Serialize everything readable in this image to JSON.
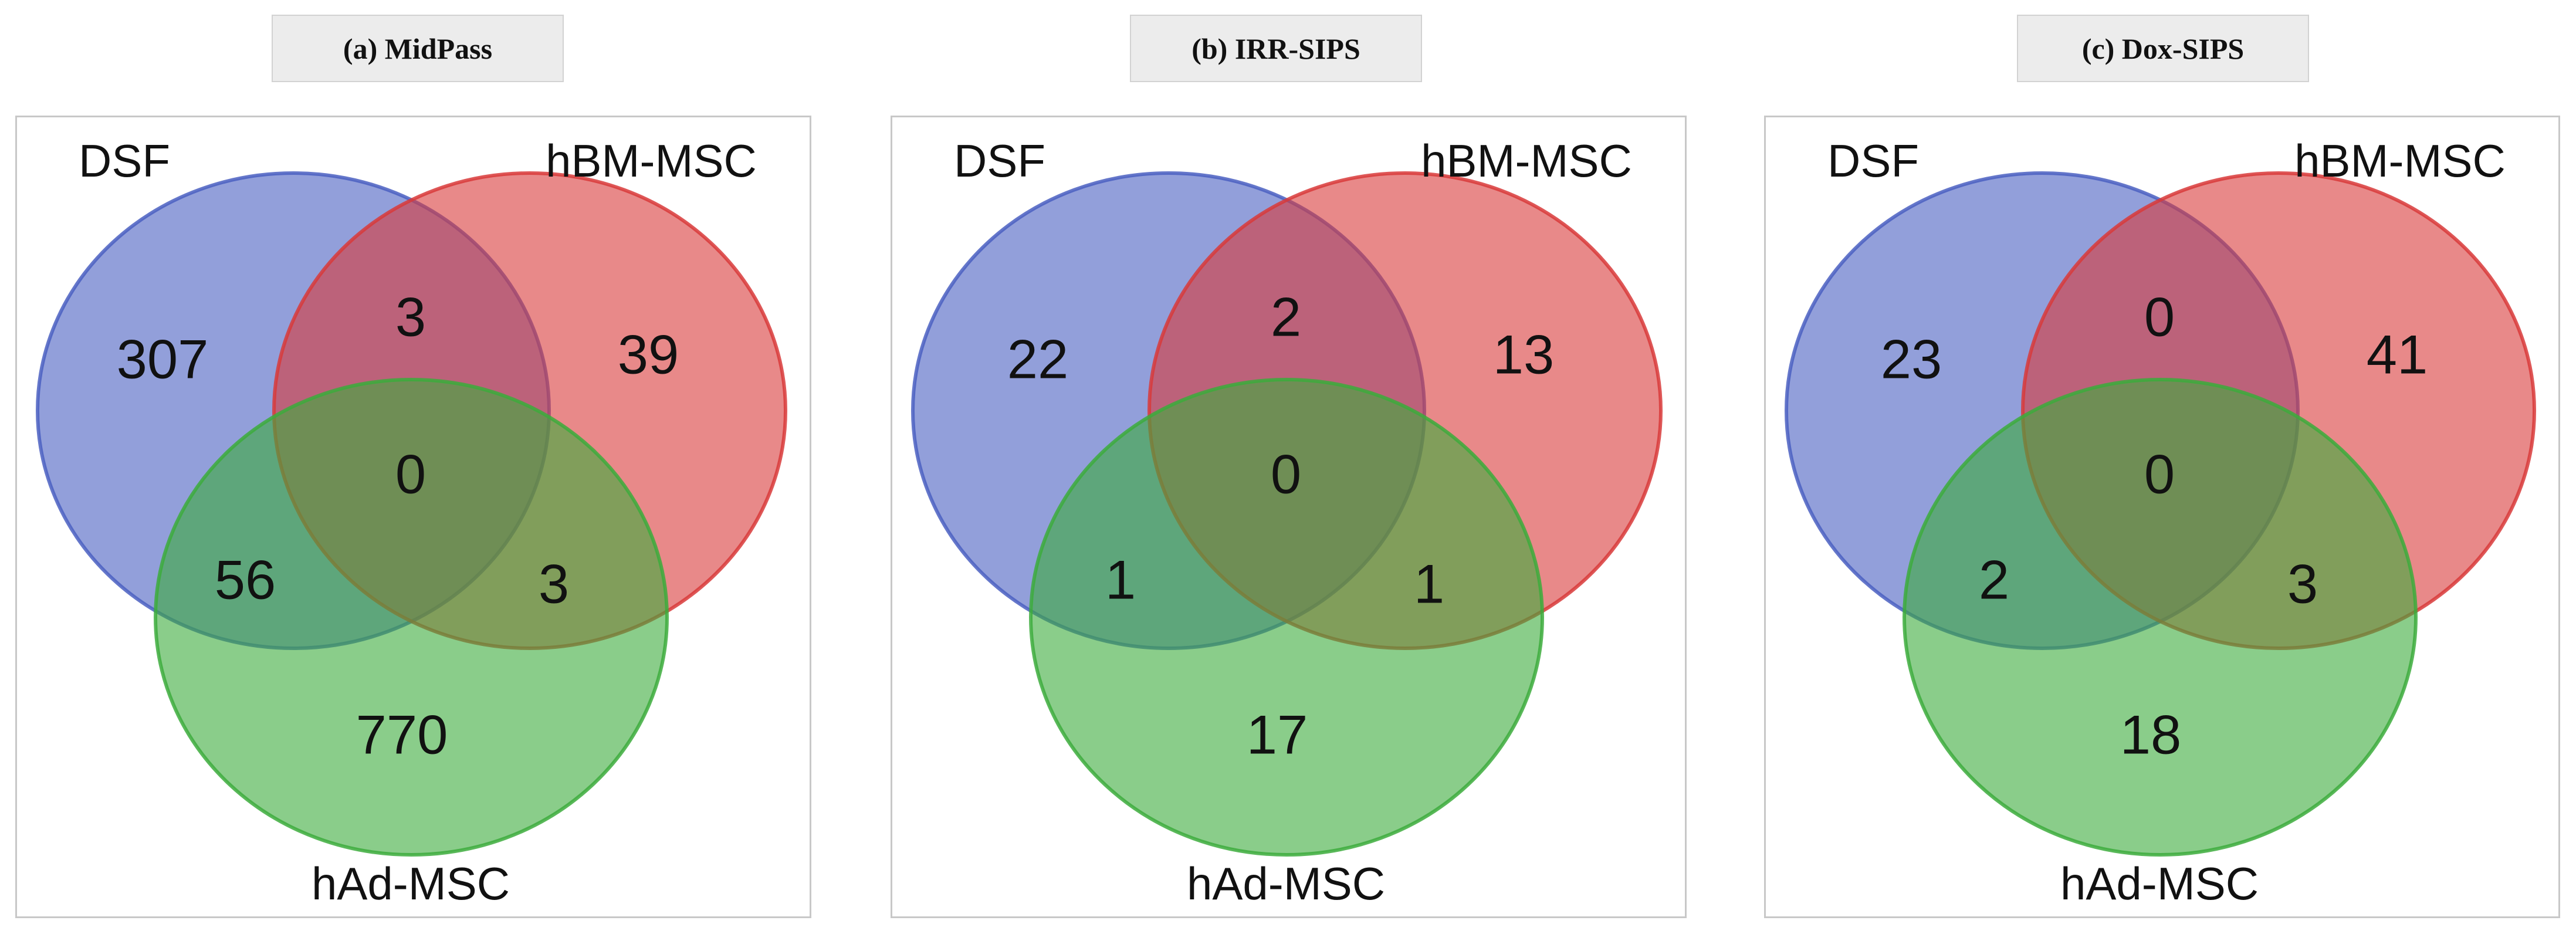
{
  "chart_data": [
    {
      "type": "venn",
      "title": "(a) MidPass",
      "sets": [
        "DSF",
        "hBM-MSC",
        "hAd-MSC"
      ],
      "colors": [
        "#4a5fc1",
        "#d83a3a",
        "#3cab3c"
      ],
      "regions": {
        "DSF_only": 307,
        "hBM-MSC_only": 39,
        "hAd-MSC_only": 770,
        "DSF_hBM-MSC": 3,
        "DSF_hAd-MSC": 56,
        "hBM-MSC_hAd-MSC": 3,
        "all_three": 0
      }
    },
    {
      "type": "venn",
      "title": "(b) IRR-SIPS",
      "sets": [
        "DSF",
        "hBM-MSC",
        "hAd-MSC"
      ],
      "colors": [
        "#4a5fc1",
        "#d83a3a",
        "#3cab3c"
      ],
      "regions": {
        "DSF_only": 22,
        "hBM-MSC_only": 13,
        "hAd-MSC_only": 17,
        "DSF_hBM-MSC": 2,
        "DSF_hAd-MSC": 1,
        "hBM-MSC_hAd-MSC": 1,
        "all_three": 0
      }
    },
    {
      "type": "venn",
      "title": "(c) Dox-SIPS",
      "sets": [
        "DSF",
        "hBM-MSC",
        "hAd-MSC"
      ],
      "colors": [
        "#4a5fc1",
        "#d83a3a",
        "#3cab3c"
      ],
      "regions": {
        "DSF_only": 23,
        "hBM-MSC_only": 41,
        "hAd-MSC_only": 18,
        "DSF_hBM-MSC": 0,
        "DSF_hAd-MSC": 2,
        "hBM-MSC_hAd-MSC": 3,
        "all_three": 0
      }
    }
  ]
}
